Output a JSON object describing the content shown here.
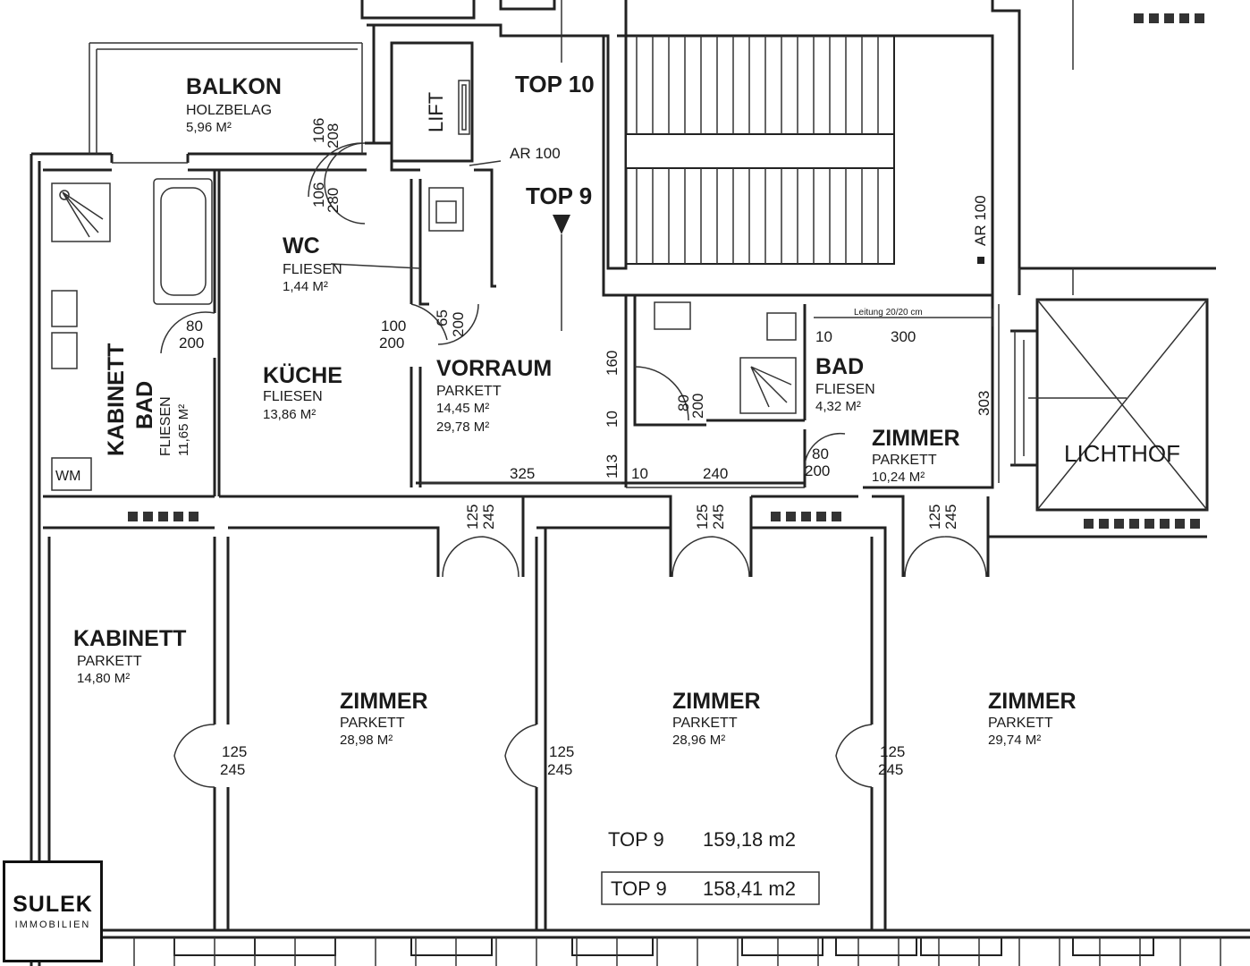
{
  "rooms": {
    "balkon": {
      "name": "BALKON",
      "material": "HOLZBELAG",
      "area": "5,96 M²"
    },
    "wc": {
      "name": "WC",
      "material": "FLIESEN",
      "area": "1,44 M²"
    },
    "kueche": {
      "name": "KÜCHE",
      "material": "FLIESEN",
      "area": "13,86 M²"
    },
    "vorraum": {
      "name": "VORRAUM",
      "material": "PARKETT",
      "area": "14,45 M²",
      "area2": "29,78 M²"
    },
    "bad_right": {
      "name": "BAD",
      "material": "FLIESEN",
      "area": "4,32 M²"
    },
    "zimmer_small": {
      "name": "ZIMMER",
      "material": "PARKETT",
      "area": "10,24 M²"
    },
    "kabinett_bad": {
      "name1": "KABINETT",
      "name2": "BAD",
      "material": "FLIESEN",
      "area": "11,65 M²"
    },
    "kabinett": {
      "name": "KABINETT",
      "material": "PARKETT",
      "area": "14,80 M²"
    },
    "zimmer1": {
      "name": "ZIMMER",
      "material": "PARKETT",
      "area": "28,98 M²"
    },
    "zimmer2": {
      "name": "ZIMMER",
      "material": "PARKETT",
      "area": "28,96 M²"
    },
    "zimmer3": {
      "name": "ZIMMER",
      "material": "PARKETT",
      "area": "29,74 M²"
    },
    "lichthof": {
      "name": "LICHTHOF"
    }
  },
  "labels": {
    "lift": "LIFT",
    "top10": "TOP 10",
    "top9": "TOP 9",
    "ar100_a": "AR 100",
    "ar100_b": "AR 100",
    "wm": "WM",
    "leitung": "Leitung 20/20 cm"
  },
  "dimensions": {
    "d106_208": [
      "106",
      "208"
    ],
    "d106_280": [
      "106",
      "280"
    ],
    "d80_200_a": [
      "80",
      "200"
    ],
    "d100_200": [
      "100",
      "200"
    ],
    "d65_200": [
      "65",
      "200"
    ],
    "d80_200_b": [
      "80",
      "200"
    ],
    "d80_200_c": [
      "80",
      "200"
    ],
    "d160": "160",
    "d10_a": "10",
    "d113": "113",
    "d10_b": "10",
    "d325": "325",
    "d240": "240",
    "d10_c": "10",
    "d300": "300",
    "d303": "303",
    "d125_245": [
      "125",
      "245"
    ]
  },
  "summary": {
    "line1_label": "TOP 9",
    "line1_value": "159,18 m2",
    "line2_label": "TOP 9",
    "line2_value": "158,41 m2"
  },
  "logo": {
    "line1": "SULEK",
    "line2": "IMMOBILIEN"
  }
}
